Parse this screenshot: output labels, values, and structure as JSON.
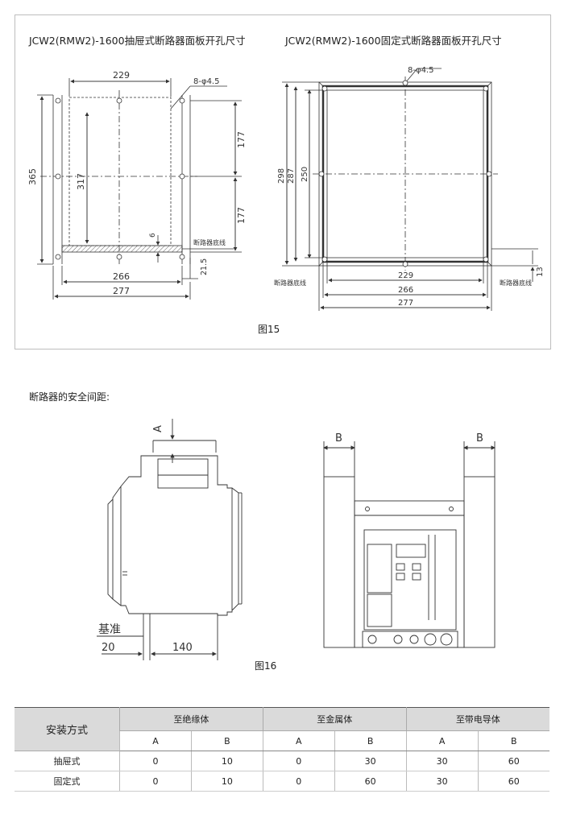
{
  "fig15": {
    "title_left": "JCW2(RMW2)-1600抽屉式断路器面板开孔尺寸",
    "title_right": "JCW2(RMW2)-1600固定式断路器面板开孔尺寸",
    "caption": "图15",
    "left": {
      "dim_229": "229",
      "holes": "8-φ4.5",
      "dim_365": "365",
      "dim_317": "317",
      "dim_177_top": "177",
      "dim_177_bottom": "177",
      "dim_6": "6",
      "base_line": "断路器底线",
      "dim_21_5": "21.5",
      "dim_266": "266",
      "dim_277": "277"
    },
    "right": {
      "holes": "8-φ4.5",
      "dim_298": "298",
      "dim_287": "287",
      "dim_250": "250",
      "dim_229": "229",
      "dim_266": "266",
      "dim_277": "277",
      "dim_13": "13",
      "base_line_left": "断路器底线",
      "base_line_right": "断路器底线"
    }
  },
  "fig16": {
    "title": "断路器的安全间距:",
    "caption": "图16",
    "label_A": "A",
    "label_B_left": "B",
    "label_B_right": "B",
    "datum": "基准",
    "dim_20": "20",
    "dim_140": "140"
  },
  "table": {
    "row_header": "安装方式",
    "groups": [
      "至绝缘体",
      "至金属体",
      "至带电导体"
    ],
    "subheaders": [
      "A",
      "B",
      "A",
      "B",
      "A",
      "B"
    ],
    "rows": [
      {
        "label": "抽屉式",
        "values": [
          "0",
          "10",
          "0",
          "30",
          "30",
          "60"
        ]
      },
      {
        "label": "固定式",
        "values": [
          "0",
          "10",
          "0",
          "60",
          "30",
          "60"
        ]
      }
    ]
  }
}
